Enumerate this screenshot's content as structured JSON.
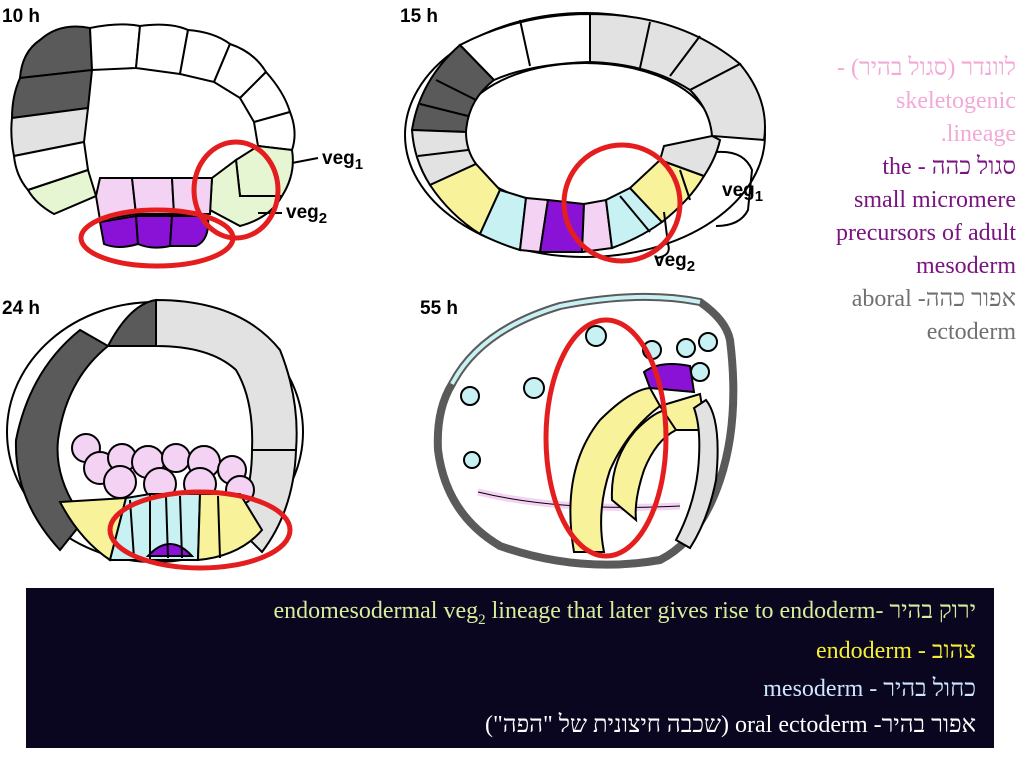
{
  "panels": [
    {
      "label": "10 h"
    },
    {
      "label": "15 h"
    },
    {
      "label": "24 h"
    },
    {
      "label": "55 h"
    }
  ],
  "annotations": {
    "veg1_a": "veg",
    "veg1_a_sub": "1",
    "veg2_a": "veg",
    "veg2_a_sub": "2",
    "veg1_b": "veg",
    "veg1_b_sub": "1",
    "veg2_b": "veg",
    "veg2_b_sub": "2"
  },
  "legend_right": {
    "lavender_line1": "לוונדר (סגול בהיר) -",
    "lavender_line2": "skeletogenic",
    "lavender_line3": ".lineage",
    "purple_line1": "סגול כהה - the",
    "purple_line2": "small micromere",
    "purple_line3": "precursors of adult",
    "purple_line4": "mesoderm",
    "grey_line1": "אפור כהה- aboral",
    "grey_line2": "ectoderm"
  },
  "legend_bottom": {
    "line1_heb": "ירוק בהיר",
    "line1_en_a": "endomesodermal veg",
    "line1_en_sub": "2",
    "line1_en_b": " lineage that later gives rise to endoderm-",
    "line2": "צהוב - endoderm",
    "line3": "כחול בהיר - mesoderm",
    "line4": "אפור בהיר- oral ectoderm (שכבה חיצונית של \"הפה\")"
  },
  "colors": {
    "dark_grey": "#5a5a5a",
    "light_grey": "#e2e2e2",
    "white": "#ffffff",
    "light_green": "#e6f5d2",
    "lavender": "#f3d2f3",
    "dark_purple": "#8a12d6",
    "yellow": "#f8f29a",
    "light_blue": "#c8f1f4",
    "red_circle": "#e41e1e",
    "legend_pink": "#f4a8d6",
    "legend_purple": "#7a1480",
    "legend_grey": "#707070",
    "bottom_green": "#d6ee9c",
    "bottom_yellow": "#f4ee34",
    "bottom_blue": "#cfe6ff",
    "bottom_white": "#ffffff"
  }
}
